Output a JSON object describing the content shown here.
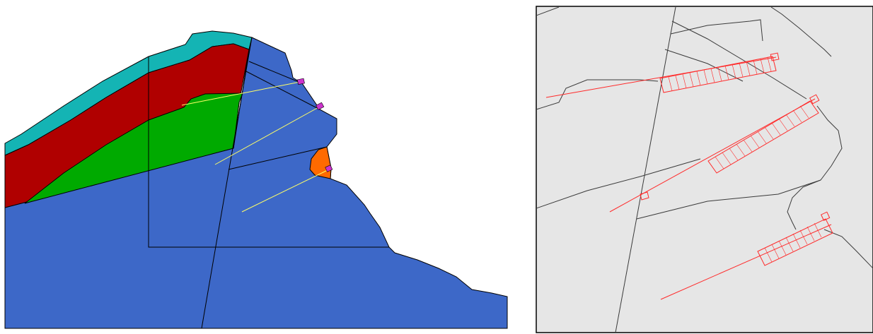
{
  "figure": {
    "left_panel": {
      "colors": {
        "background": "#ffffff",
        "bedrock": "#3d68c8",
        "topsoil": "#14b4b4",
        "red_layer": "#b00000",
        "green_layer": "#00aa00",
        "orange_body": "#ff6a00",
        "anchor_line": "#ffff66",
        "anchor_head": "#cc33cc",
        "outline": "#000000"
      },
      "layers": [
        "topsoil",
        "red-layer",
        "green-layer",
        "bedrock",
        "orange-body"
      ],
      "anchors_count": 3
    },
    "right_panel": {
      "colors": {
        "background": "#e6e6e6",
        "border": "#000000",
        "line": "#3a3a3a",
        "anchor": "#ff2a2a"
      },
      "anchors_count": 3
    }
  }
}
